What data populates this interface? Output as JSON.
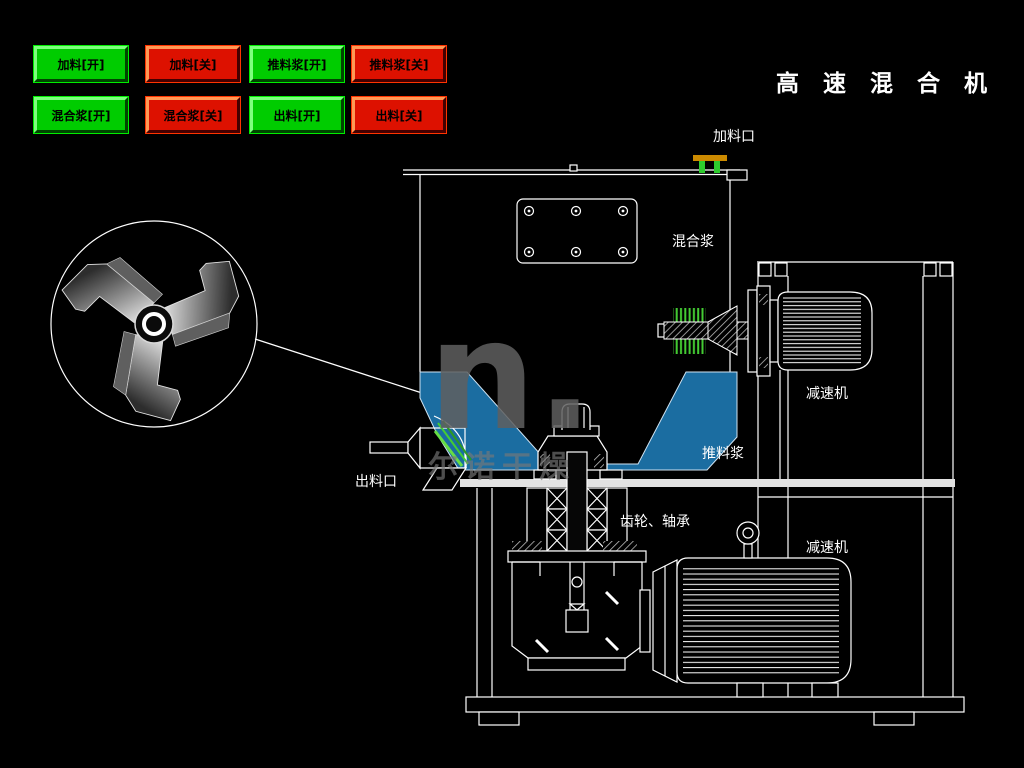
{
  "title": "高 速 混 合 机",
  "toolbar": {
    "buttons": [
      {
        "name": "feed-on",
        "label": "加料[开]",
        "state": "green"
      },
      {
        "name": "feed-off",
        "label": "加料[关]",
        "state": "red"
      },
      {
        "name": "pusher-on",
        "label": "推料浆[开]",
        "state": "green"
      },
      {
        "name": "pusher-off",
        "label": "推料浆[关]",
        "state": "red"
      },
      {
        "name": "mixer-on",
        "label": "混合浆[开]",
        "state": "green"
      },
      {
        "name": "mixer-off",
        "label": "混合浆[关]",
        "state": "red"
      },
      {
        "name": "discharge-on",
        "label": "出料[开]",
        "state": "green"
      },
      {
        "name": "discharge-off",
        "label": "出料[关]",
        "state": "red"
      }
    ]
  },
  "diagram": {
    "labels": {
      "feed_port": "加料口",
      "mixing_paddle": "混合浆",
      "reducer_top": "减速机",
      "pusher_paddle": "推料浆",
      "discharge_port": "出料口",
      "gear_bearing": "齿轮、轴承",
      "reducer_bottom": "减速机"
    }
  },
  "watermark": {
    "logo": "n.",
    "text": "尔诺干燥"
  },
  "colors": {
    "background": "#000000",
    "line": "#ffffff",
    "bowl_blue": "#1b6da1",
    "button_green": "#00cc00",
    "button_red": "#dd1100",
    "fin_green": "#44cc33",
    "port_orange": "#cc8a00"
  }
}
